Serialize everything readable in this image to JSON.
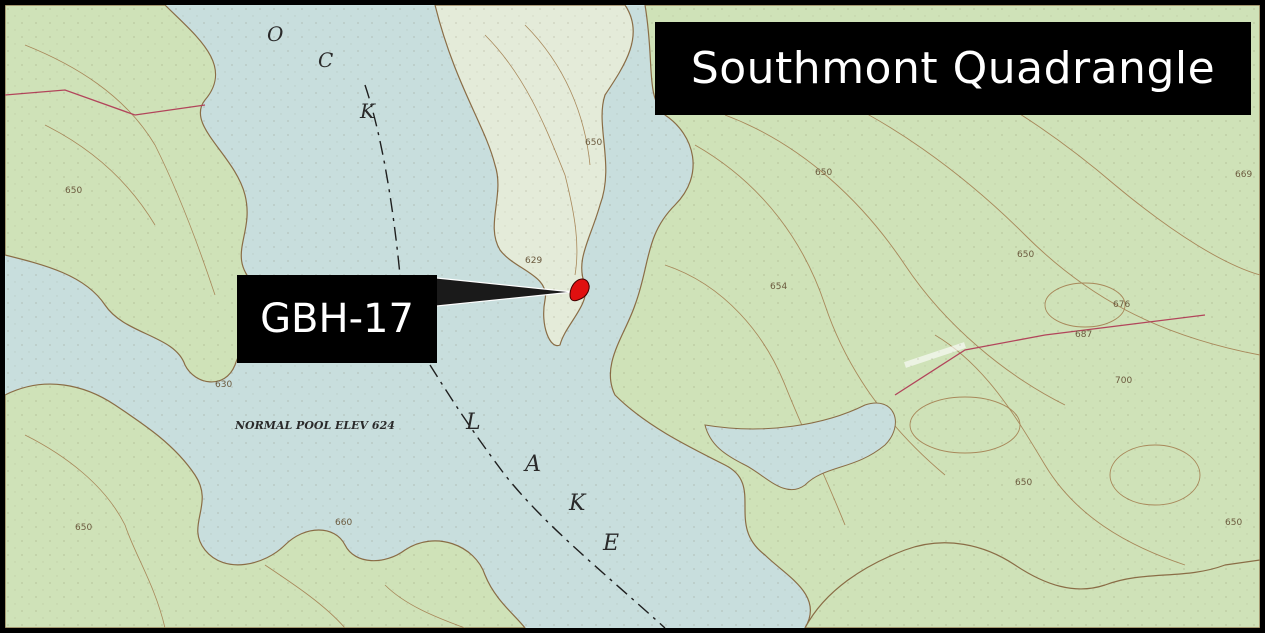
{
  "map": {
    "quadrangle_title": "Southmont Quadrangle",
    "callout_label": "GBH-17",
    "lake_name_letters": [
      "O",
      "C",
      "K",
      "L",
      "A",
      "K",
      "E"
    ],
    "pool_elevation_label": "NORMAL POOL ELEV 624",
    "contour_labels": [
      "650",
      "630",
      "629",
      "650",
      "650",
      "654",
      "676",
      "687",
      "700",
      "650",
      "650",
      "660",
      "650",
      "650",
      "669"
    ],
    "colors": {
      "water": "#c8dedd",
      "land": "#cfe2b8",
      "land_dark": "#b9d49a",
      "contour": "#8a6d46",
      "marker": "#e01010",
      "label_bg": "#000000",
      "label_text": "#ffffff"
    }
  }
}
